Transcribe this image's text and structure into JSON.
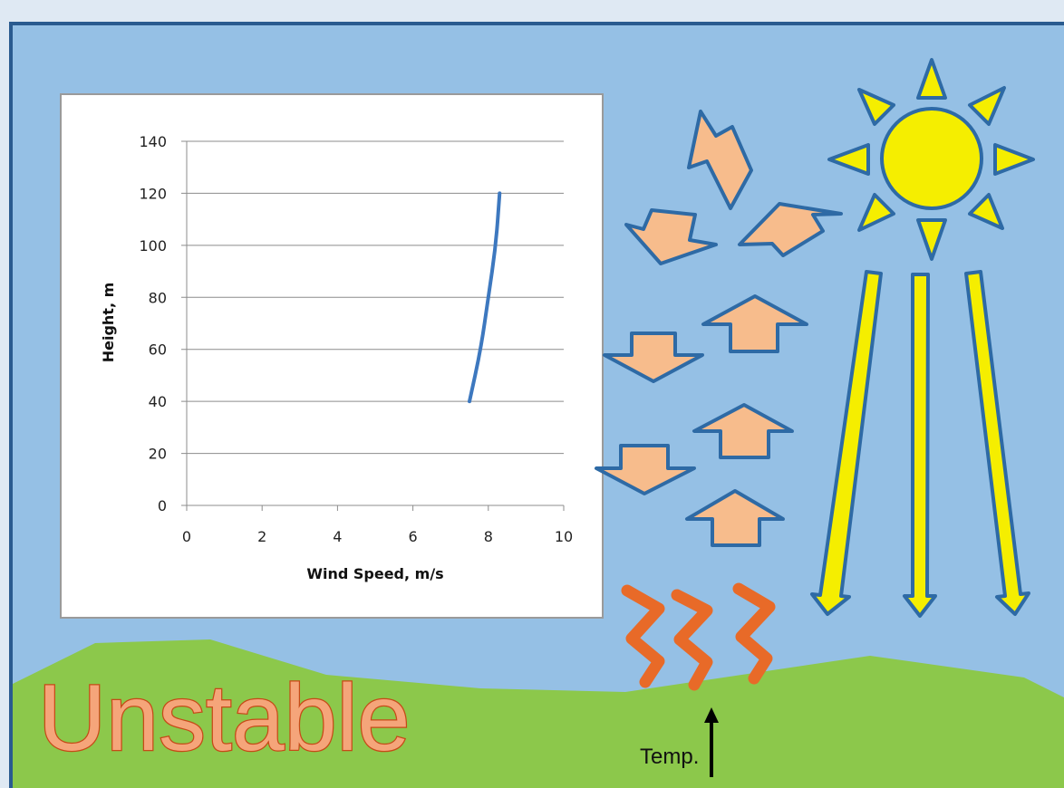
{
  "headline": "Unstable",
  "temp_label": "Temp.",
  "colors": {
    "sky": "#95c0e5",
    "ground": "#8cc84b",
    "frame": "#2a5b8f",
    "sun": "#f5ee00",
    "sun_outline": "#2e6aa5",
    "eddy_arrow": "#f7bc8c",
    "heat_wave": "#e86a28",
    "headline_fill": "#f5a57a",
    "series_line": "#3d78bf"
  },
  "icons": [
    "sun-icon",
    "sunray-arrow-icon",
    "eddy-arrow-icon",
    "heat-wave-icon",
    "up-arrow-icon"
  ],
  "chart_data": {
    "type": "line",
    "xlabel": "Wind Speed, m/s",
    "ylabel": "Height, m",
    "xlim": [
      0,
      10
    ],
    "ylim": [
      0,
      140
    ],
    "x_ticks": [
      0,
      2,
      4,
      6,
      8,
      10
    ],
    "y_ticks": [
      0,
      20,
      40,
      60,
      80,
      100,
      120,
      140
    ],
    "grid": "horizontal",
    "series": [
      {
        "x": [
          7.5,
          7.8,
          8.0,
          8.2,
          8.3
        ],
        "y": [
          40,
          60,
          80,
          100,
          120
        ]
      }
    ]
  }
}
